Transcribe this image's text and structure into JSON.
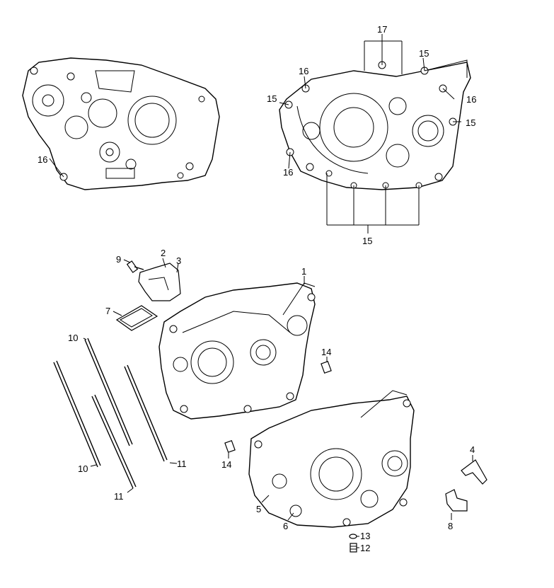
{
  "callouts": {
    "c1": "1",
    "c2": "2",
    "c3": "3",
    "c4": "4",
    "c5": "5",
    "c6": "6",
    "c7": "7",
    "c8": "8",
    "c9": "9",
    "c10a": "10",
    "c10b": "10",
    "c11a": "11",
    "c11b": "11",
    "c12": "12",
    "c13": "13",
    "c14a": "14",
    "c14b": "14",
    "c15a": "15",
    "c15b": "15",
    "c15c": "15",
    "c15d": "15",
    "c16a": "16",
    "c16b": "16",
    "c16c": "16",
    "c16d": "16",
    "c17": "17"
  }
}
